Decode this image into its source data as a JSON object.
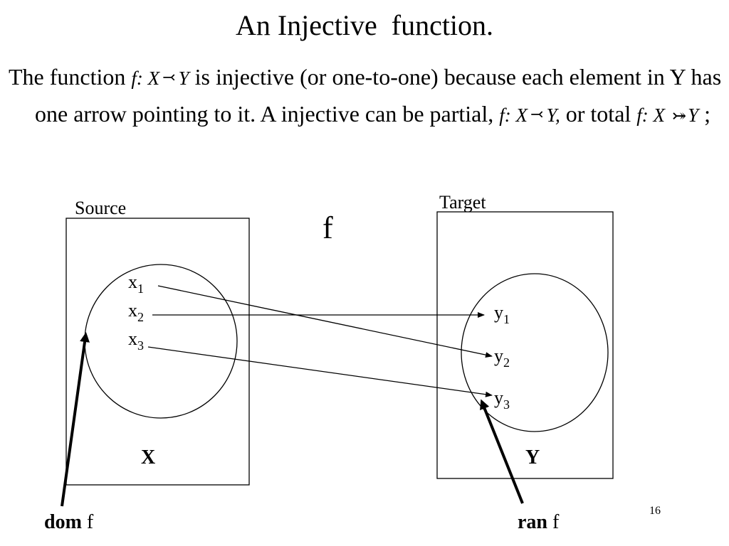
{
  "slide": {
    "title": "An Injective  function.",
    "body": {
      "part1": "The function ",
      "f1": "f:",
      "x1": " X",
      "y1": "Y",
      "part2": " is injective (or one-to-one) because each element in Y has one arrow pointing to it. A injective can be partial, ",
      "f2": "f:",
      "x2": " X",
      "y2": "Y,",
      "part3": " or total ",
      "f3": "f:",
      "x3": " X",
      "y3": "Y",
      "part4": " ;"
    },
    "diagram": {
      "source_label": "Source",
      "target_label": "Target",
      "function_label": "f",
      "source_set_label": "X",
      "target_set_label": "Y",
      "source_elements": [
        {
          "base": "x",
          "sub": "1"
        },
        {
          "base": "x",
          "sub": "2"
        },
        {
          "base": "x",
          "sub": "3"
        }
      ],
      "target_elements": [
        {
          "base": "y",
          "sub": "1"
        },
        {
          "base": "y",
          "sub": "2"
        },
        {
          "base": "y",
          "sub": "3"
        }
      ],
      "mappings": [
        {
          "from": "x1",
          "to": "y2"
        },
        {
          "from": "x2",
          "to": "y1"
        },
        {
          "from": "x3",
          "to": "y3"
        }
      ]
    },
    "dom_label": {
      "bold": "dom",
      "rest": " f"
    },
    "ran_label": {
      "bold": "ran",
      "rest": " f"
    },
    "page_number": "16"
  }
}
